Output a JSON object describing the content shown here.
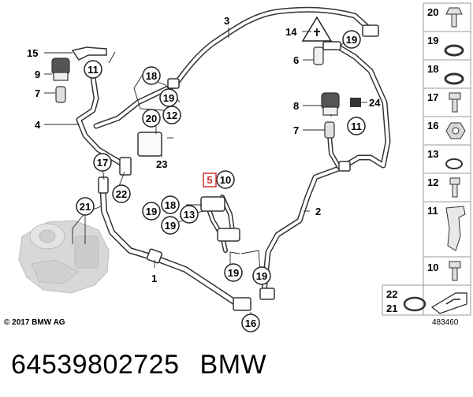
{
  "footer": {
    "copyright": "© 2017 BMW AG",
    "diagram_id": "483460"
  },
  "caption": {
    "part_number": "64539802725",
    "brand": "BMW"
  },
  "callouts": {
    "c1": "1",
    "c2": "2",
    "c3": "3",
    "c4": "4",
    "c5": "5",
    "c6": "6",
    "c7a": "7",
    "c7b": "7",
    "c8": "8",
    "c9": "9",
    "c10": "10",
    "c11a": "11",
    "c11b": "11",
    "c12": "12",
    "c13": "13",
    "c14": "14",
    "c15": "15",
    "c16": "16",
    "c17": "17",
    "c18a": "18",
    "c18b": "18",
    "c19a": "19",
    "c19b": "19",
    "c19c": "19",
    "c19d": "19",
    "c19e": "19",
    "c20": "20",
    "c21": "21",
    "c22": "22",
    "c23": "23",
    "c24": "24"
  },
  "legend": {
    "items": [
      "20",
      "19",
      "18",
      "17",
      "16",
      "13",
      "12",
      "11",
      "10"
    ],
    "bottom_a": "22",
    "bottom_b": "21"
  },
  "highlight_color": "#d32f2f"
}
